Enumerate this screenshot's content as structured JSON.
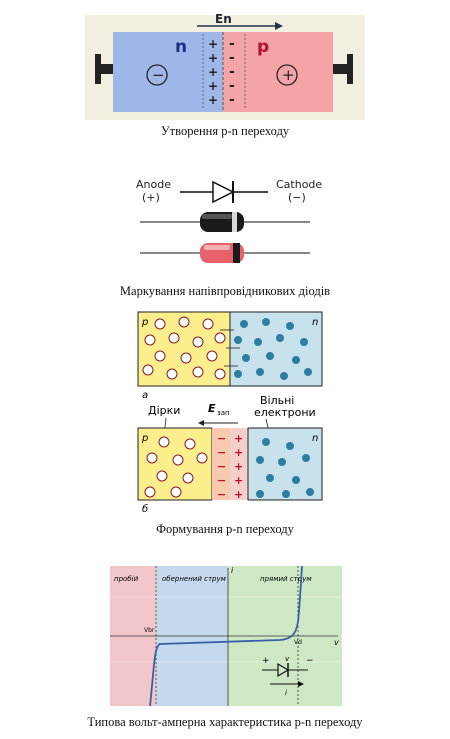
{
  "figures": [
    {
      "caption": "Утворення p-n переходу",
      "field_label": "En",
      "n_label": "n",
      "p_label": "p",
      "n_sign": "−",
      "p_sign": "+",
      "colors": {
        "n_region": "#9fb6e8",
        "p_region": "#f4a3a7",
        "frame": "#f2eee0"
      }
    },
    {
      "caption": "Маркування напівпровідникових діодів",
      "anode_label": "Anode",
      "anode_sign": "(+)",
      "cathode_label": "Cathode",
      "cathode_sign": "(−)",
      "colors": {
        "diode_black": "#1a1a1a",
        "diode_red": "#e8606a",
        "lead": "#888888"
      }
    },
    {
      "caption": "Формування p-n переходу",
      "panel_a": {
        "p_label": "p",
        "n_label": "n",
        "tag": "а"
      },
      "panel_b": {
        "p_label": "p",
        "n_label": "n",
        "tag": "б",
        "holes_label": "Дірки",
        "field_label": "E",
        "field_sub": "зап",
        "electrons_label_1": "Вільні",
        "electrons_label_2": "електрони"
      },
      "colors": {
        "p_region": "#fbee8c",
        "n_region": "#c7e2ec",
        "hole_ring": "#8b1a2b",
        "electron": "#2c7da0"
      }
    },
    {
      "caption": "Типова вольт-амперна характеристика p-n переходу",
      "zone_breakdown": "пробій",
      "zone_reverse": "обернений струм",
      "zone_forward": "прямий струм",
      "axis_i": "i",
      "axis_v": "v",
      "v_br": "Vbr",
      "v_d": "Vd",
      "inset_plus": "+",
      "inset_v": "v",
      "inset_minus": "−",
      "inset_i": "i",
      "colors": {
        "breakdown": "#f2c7c9",
        "reverse": "#c4d8ee",
        "forward": "#cfe8c4",
        "curve": "#3a5fa8"
      }
    }
  ]
}
